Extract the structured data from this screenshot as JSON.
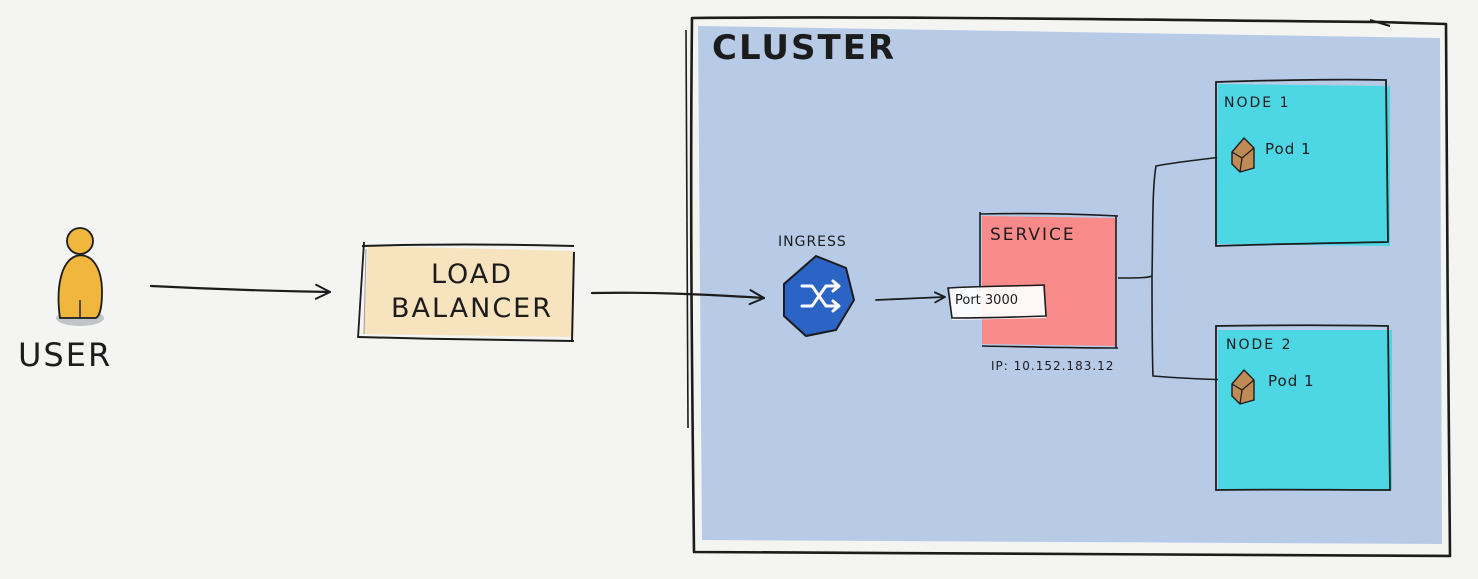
{
  "diagram": {
    "user": {
      "label": "USER",
      "icon": "person-icon"
    },
    "load_balancer": {
      "label": "LOAD BALANCER"
    },
    "cluster": {
      "label": "CLUSTER",
      "ingress": {
        "label": "INGRESS",
        "icon": "shuffle-icon"
      },
      "service": {
        "label": "SERVICE",
        "port": "Port 3000",
        "ip": "IP: 10.152.183.12"
      },
      "nodes": [
        {
          "label": "NODE 1",
          "pod": {
            "label": "Pod 1",
            "icon": "pod-box-icon"
          }
        },
        {
          "label": "NODE 2",
          "pod": {
            "label": "Pod 1",
            "icon": "pod-box-icon"
          }
        }
      ]
    }
  },
  "colors": {
    "background": "#f4f4f3",
    "cluster_fill": "#b3c8e6",
    "load_balancer_fill": "#f8e3bf",
    "service_fill": "#f98a8a",
    "node_fill": "#4dd6e3",
    "ingress_fill": "#2b64c4",
    "user_fill": "#f0b63d",
    "pod_fill": "#c08a55",
    "ink": "#1c1c1c"
  }
}
